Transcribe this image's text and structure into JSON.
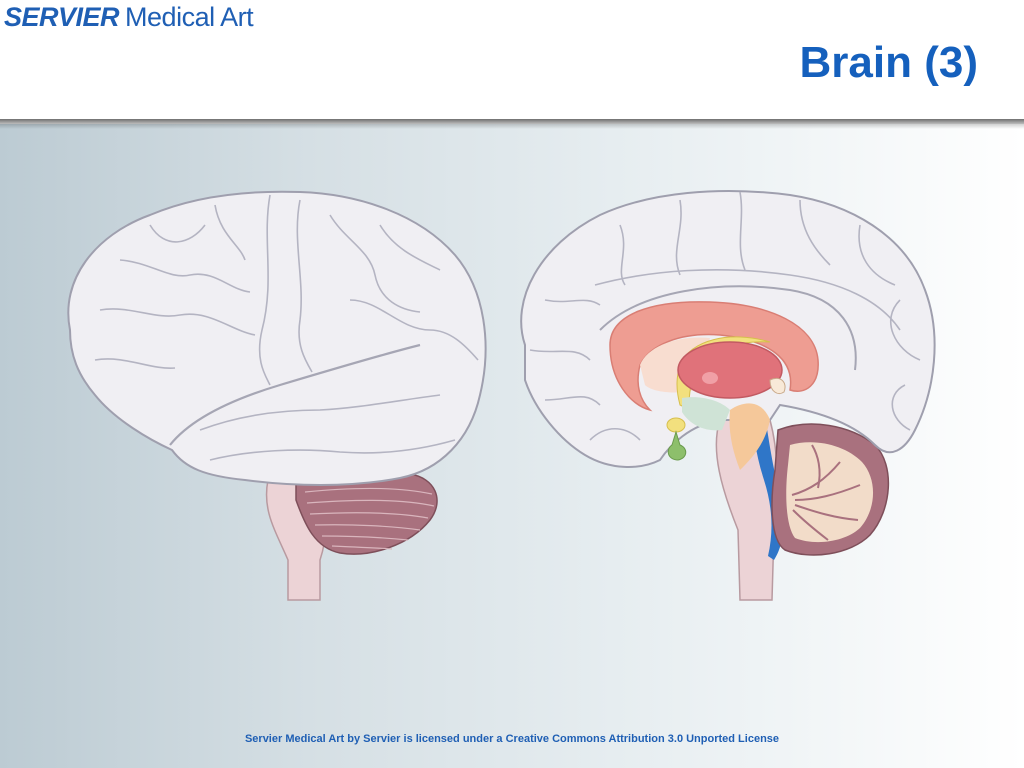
{
  "header": {
    "logo_brand": "SERVIER",
    "logo_product": "Medical Art",
    "title": "Brain (3)"
  },
  "footer": {
    "license": "Servier Medical Art by Servier is licensed under a Creative Commons Attribution 3.0 Unported License"
  },
  "colors": {
    "accent_blue": "#1f5fb4",
    "title_blue": "#1560bd",
    "cortex": "#f0eff3",
    "cortex_outline": "#9f9fae",
    "cerebellum": "#a9717e",
    "brainstem": "#ecd3d6",
    "corpus_callosum": "#ee9d92",
    "thalamus": "#e0727a",
    "fornix_yellow": "#f2e07e",
    "hypophysis_green": "#8dbf6b",
    "ventricle_blue": "#2f76c8"
  },
  "illustrations": [
    {
      "icon": "lateral-brain-icon"
    },
    {
      "icon": "sagittal-brain-icon"
    }
  ]
}
